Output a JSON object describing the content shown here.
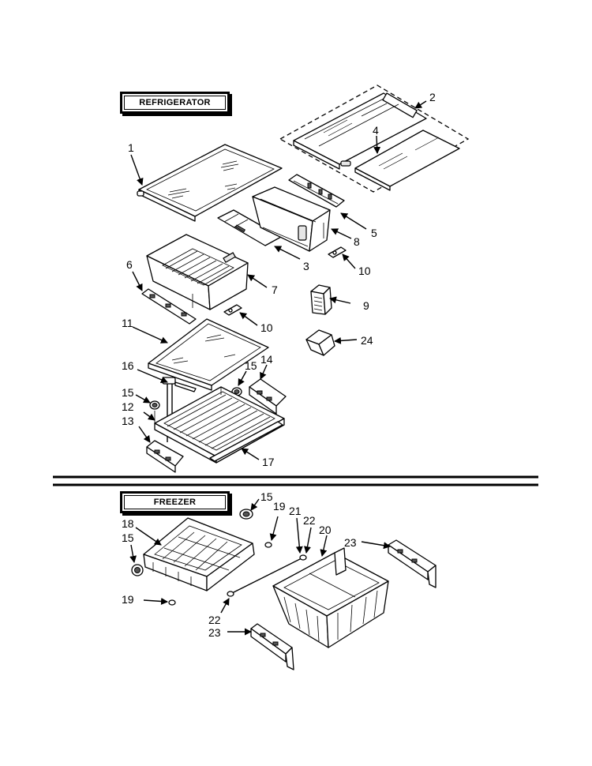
{
  "sections": {
    "refrigerator": "REFRIGERATOR",
    "freezer": "FREEZER"
  },
  "callouts": {
    "c1": "1",
    "c2": "2",
    "c3": "3",
    "c4": "4",
    "c5": "5",
    "c6": "6",
    "c7": "7",
    "c8": "8",
    "c9": "9",
    "c10a": "10",
    "c10b": "10",
    "c11": "11",
    "c12": "12",
    "c13": "13",
    "c14": "14",
    "c15a": "15",
    "c15b": "15",
    "c15c": "15",
    "c15d": "15",
    "c16": "16",
    "c17": "17",
    "c18": "18",
    "c19a": "19",
    "c19b": "19",
    "c20": "20",
    "c21": "21",
    "c22a": "22",
    "c22b": "22",
    "c23a": "23",
    "c23b": "23",
    "c24": "24"
  }
}
